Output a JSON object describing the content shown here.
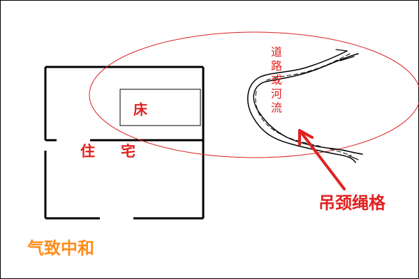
{
  "labels": {
    "bed": "床",
    "house_char_1": "住",
    "house_char_2": "宅",
    "road": "道路或河流",
    "arrow": "吊颈绳格",
    "caption": "气致中和"
  },
  "colors": {
    "ink": "#000000",
    "text_red": "#e02020",
    "ellipse_red": "#d82020",
    "caption_orange": "#ff8c1a"
  }
}
